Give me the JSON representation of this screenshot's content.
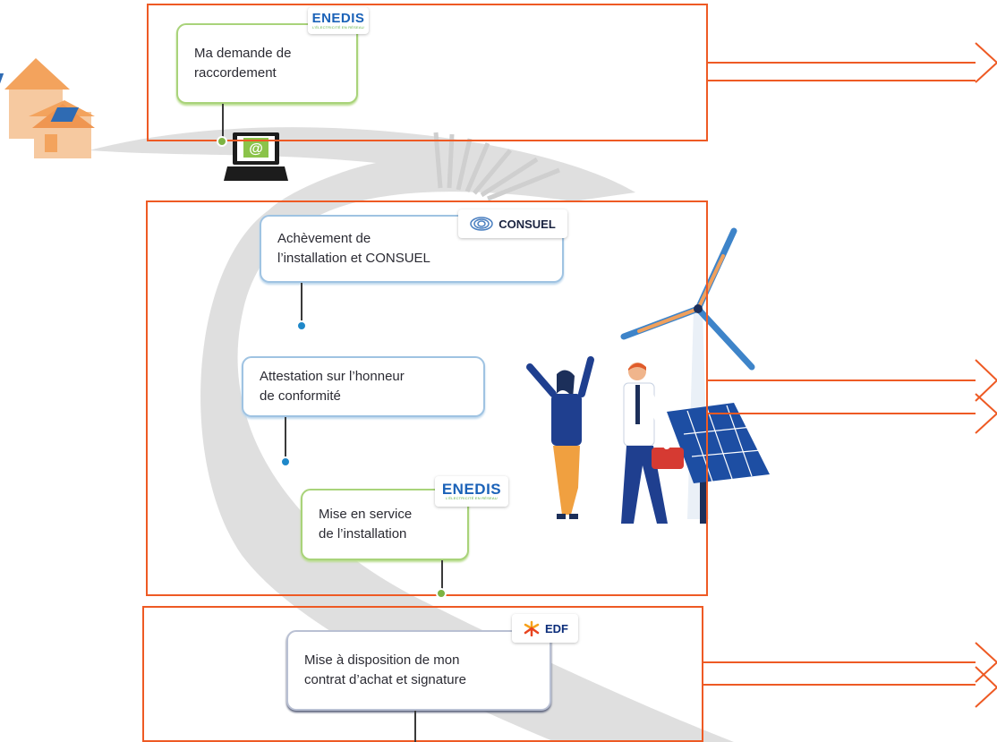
{
  "steps": {
    "raccordement": "Ma demande de\nraccordement",
    "consuel_step": "Achèvement de\nl’installation et CONSUEL",
    "attestation": "Attestation sur l’honneur\nde conformité",
    "mise_en_service": "Mise en service\nde l’installation",
    "contrat": "Mise à disposition de mon\ncontrat d’achat et signature"
  },
  "logos": {
    "enedis": "ENEDIS",
    "enedis_tagline": "L’ÉLECTRICITÉ EN RÉSEAU",
    "consuel": "CONSUEL",
    "edf": "EDF"
  },
  "icons": {
    "laptop_symbol": "@"
  },
  "colors": {
    "highlight_border": "#ee5a24",
    "path_gray": "#d6d6d6",
    "enedis_blue": "#1b62b8",
    "enedis_green": "#5cae3f",
    "dot_green": "#7cb342",
    "dot_blue": "#1f88c9",
    "house_orange": "#f5a35c"
  }
}
